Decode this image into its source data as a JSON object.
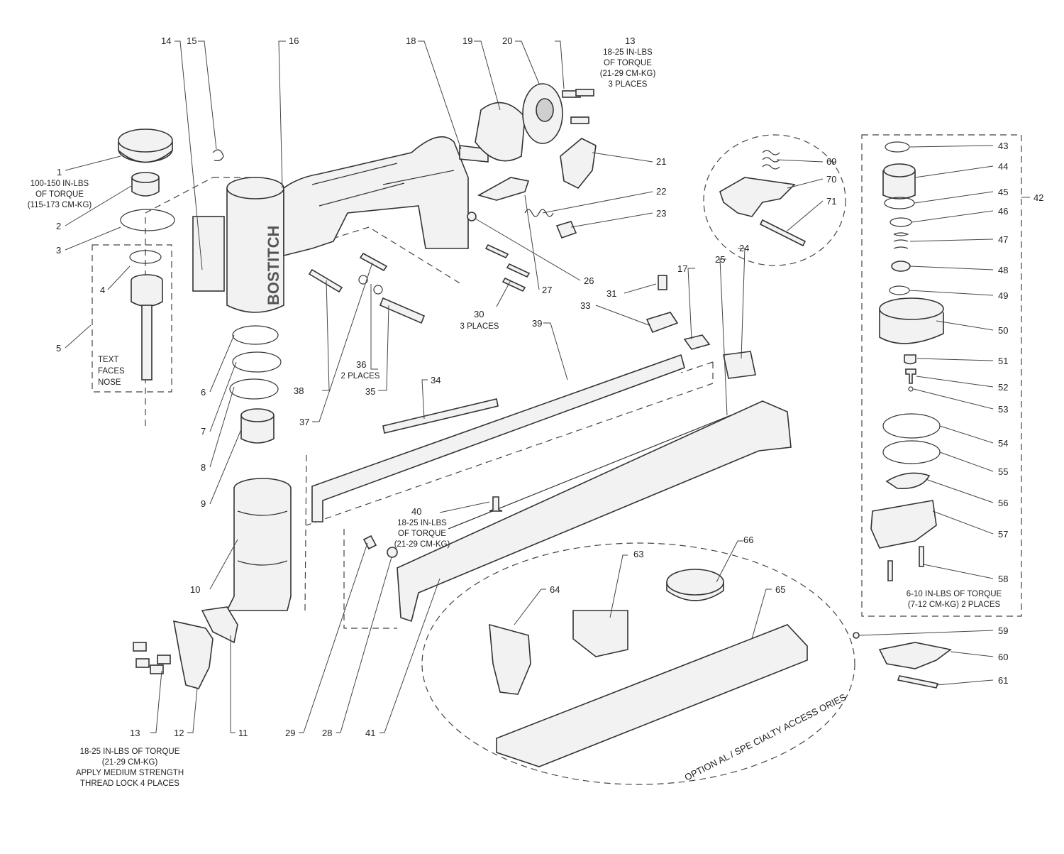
{
  "brand": "BOSTITCH",
  "callouts": {
    "p1": "1",
    "p2": "2",
    "p3": "3",
    "p4": "4",
    "p5": "5",
    "p6": "6",
    "p7": "7",
    "p8": "8",
    "p9": "9",
    "p10": "10",
    "p11": "11",
    "p12": "12",
    "p13a": "13",
    "p13b": "13",
    "p14": "14",
    "p15": "15",
    "p16": "16",
    "p17": "17",
    "p18": "18",
    "p19": "19",
    "p20": "20",
    "p21": "21",
    "p22": "22",
    "p23": "23",
    "p24": "24",
    "p25": "25",
    "p26": "26",
    "p27": "27",
    "p28": "28",
    "p29": "29",
    "p30": "30",
    "p31": "31",
    "p33": "33",
    "p34": "34",
    "p35": "35",
    "p36": "36",
    "p37": "37",
    "p38": "38",
    "p39": "39",
    "p40": "40",
    "p41": "41",
    "p42": "42",
    "p43": "43",
    "p44": "44",
    "p45": "45",
    "p46": "46",
    "p47": "47",
    "p48": "48",
    "p49": "49",
    "p50": "50",
    "p51": "51",
    "p52": "52",
    "p53": "53",
    "p54": "54",
    "p55": "55",
    "p56": "56",
    "p57": "57",
    "p58": "58",
    "p59": "59",
    "p60": "60",
    "p61": "61",
    "p63": "63",
    "p64": "64",
    "p65": "65",
    "p66": "66",
    "p69": "69",
    "p70": "70",
    "p71": "71"
  },
  "notes": {
    "n1": [
      "100-150 IN-LBS",
      "OF TORQUE",
      "(115-173 CM-KG)"
    ],
    "n13top": [
      "18-25 IN-LBS",
      "OF TORQUE",
      "(21-29 CM-KG)",
      "3 PLACES"
    ],
    "n13bottom": [
      "18-25 IN-LBS OF TORQUE",
      "(21-29 CM-KG)",
      "APPLY MEDIUM  STRENGTH",
      "THREAD LOCK 4 PLACES"
    ],
    "n5": [
      "TEXT",
      "FACES",
      "NOSE"
    ],
    "n30": [
      "3 PLACES"
    ],
    "n36": [
      "2 PLACES"
    ],
    "n40": [
      "18-25 IN-LBS",
      "OF TORQUE",
      "(21-29 CM-KG)"
    ],
    "n58": [
      "6-10 IN-LBS OF TORQUE",
      "(7-12 CM-KG)  2 PLACES"
    ]
  },
  "optional_label": "OPTION AL / SPE  CIALTY ACCESS  ORIES"
}
